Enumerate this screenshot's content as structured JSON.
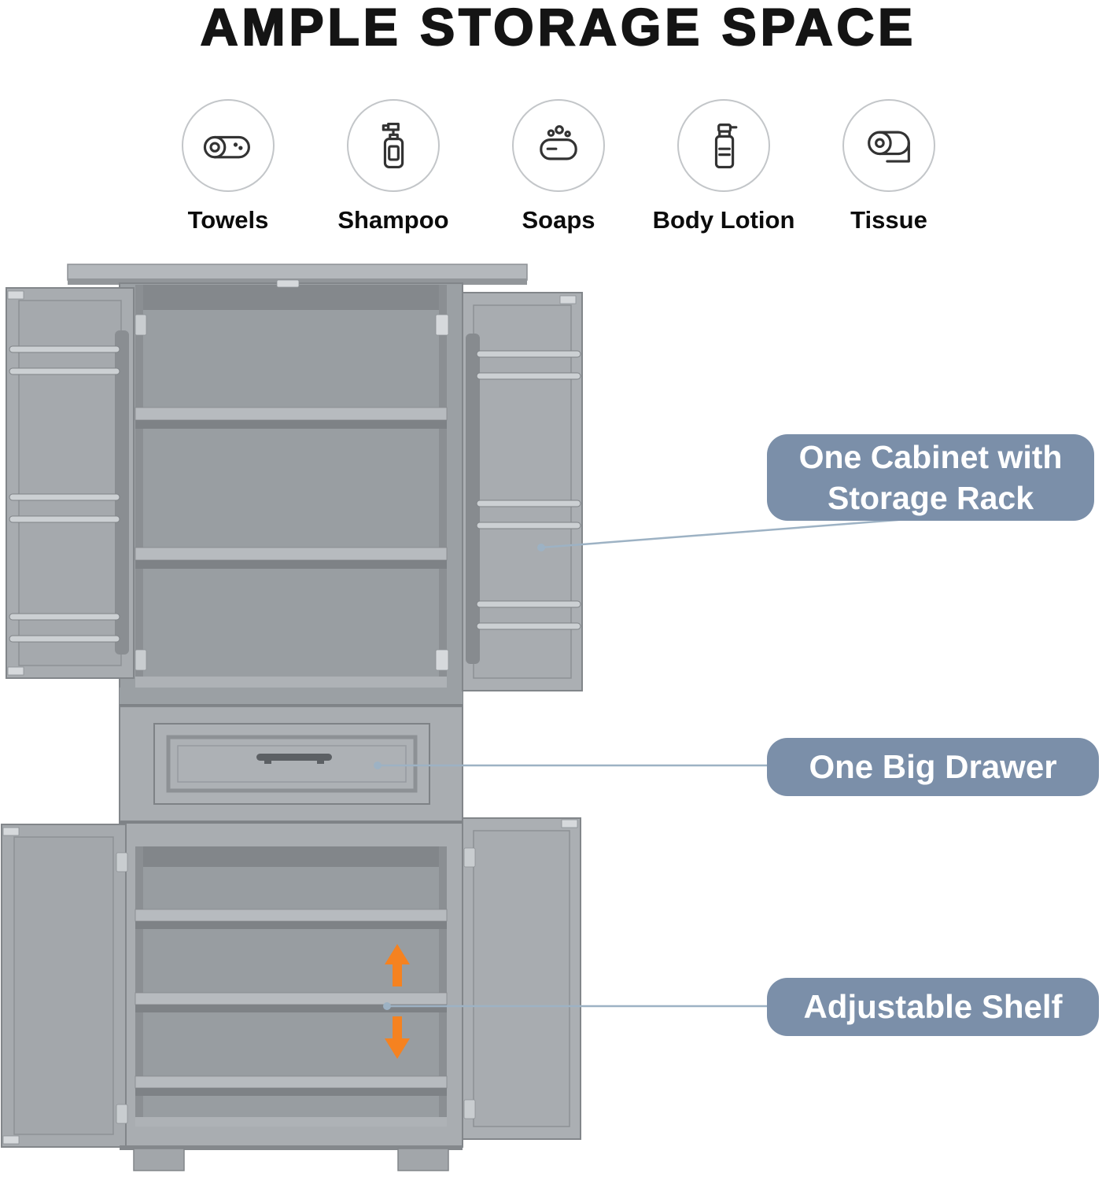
{
  "title": "AMPLE STORAGE SPACE",
  "features": {
    "items": [
      {
        "label": "Towels",
        "icon": "towel-icon"
      },
      {
        "label": "Shampoo",
        "icon": "shampoo-bottle-icon"
      },
      {
        "label": "Soaps",
        "icon": "soap-bar-icon"
      },
      {
        "label": "Body Lotion",
        "icon": "lotion-bottle-icon"
      },
      {
        "label": "Tissue",
        "icon": "tissue-roll-icon"
      }
    ]
  },
  "callouts": [
    {
      "label": "One Cabinet with Storage Rack"
    },
    {
      "label": "One Big Drawer"
    },
    {
      "label": "Adjustable Shelf"
    }
  ],
  "colors": {
    "callout_bg": "#7b8fa9",
    "callout_text": "#ffffff",
    "connector": "#9db2c4",
    "arrow_orange": "#f58220",
    "cabinet_gray": "#a9adb1"
  }
}
